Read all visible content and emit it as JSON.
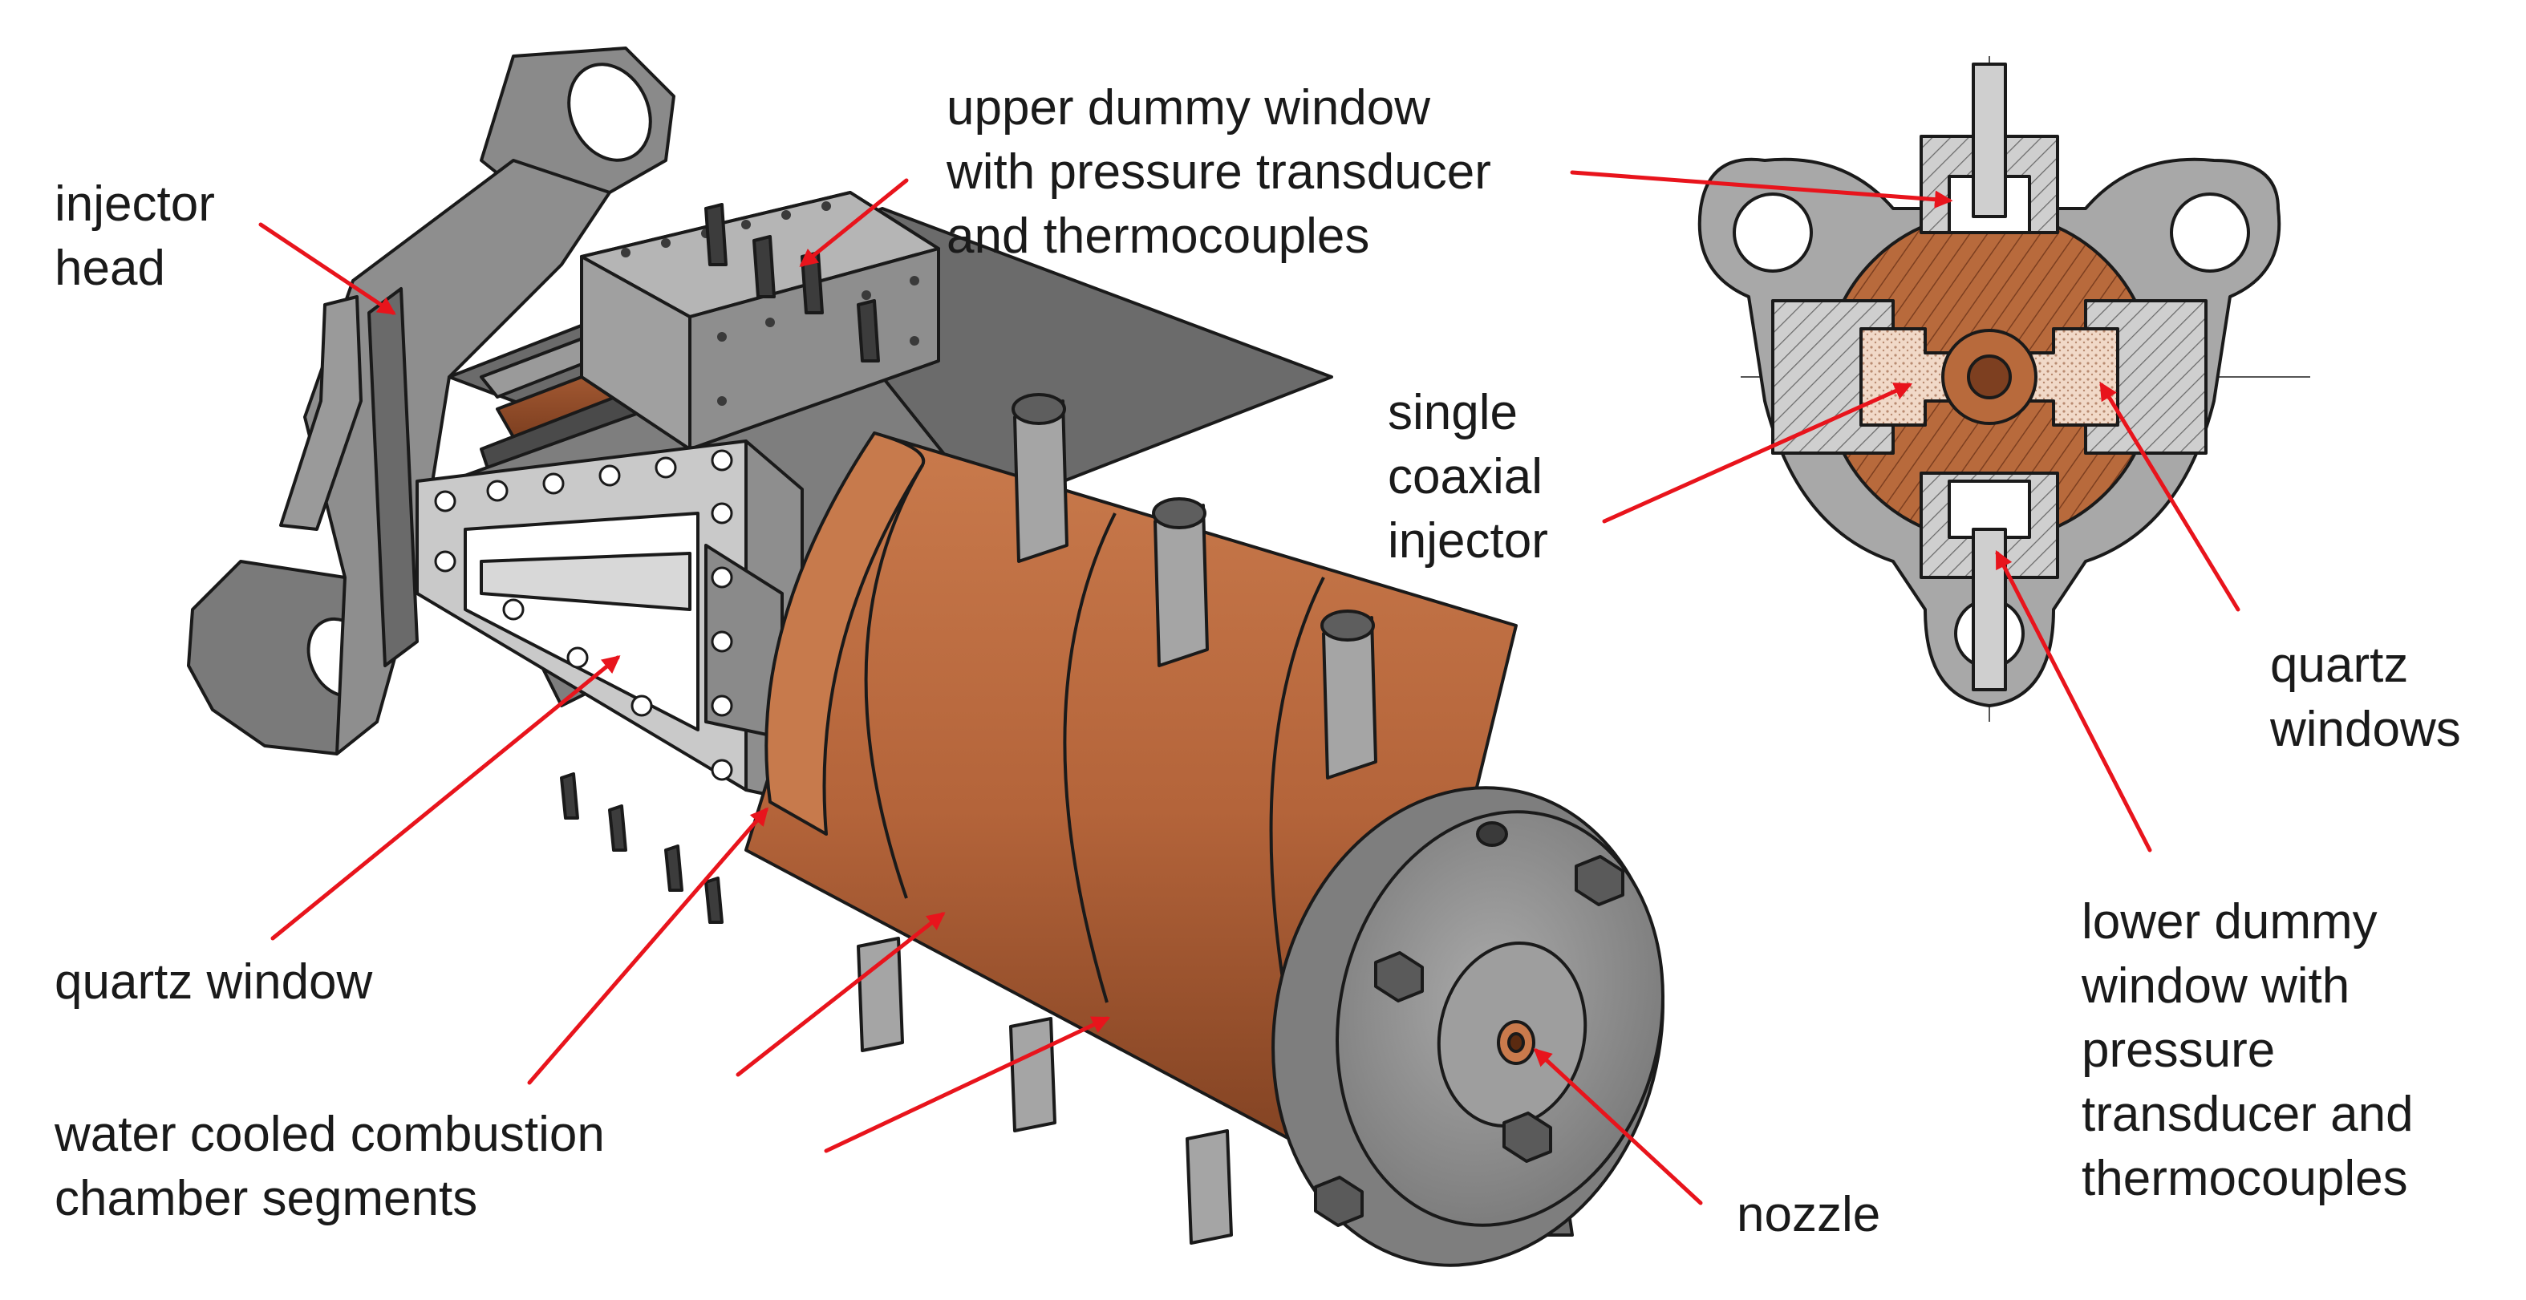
{
  "labels": {
    "injector_head": [
      "injector",
      "head"
    ],
    "upper_dummy_window": [
      "upper dummy window",
      "with pressure transducer",
      "and thermocouples"
    ],
    "single_coaxial_injector": [
      "single",
      "coaxial",
      "injector"
    ],
    "quartz_windows": [
      "quartz",
      "windows"
    ],
    "quartz_window": [
      "quartz window"
    ],
    "water_cooled_segments": [
      "water cooled combustion",
      "chamber segments"
    ],
    "nozzle": [
      "nozzle"
    ],
    "lower_dummy_window": [
      "lower dummy",
      "window with",
      "pressure",
      "transducer and",
      "thermocouples"
    ]
  },
  "colors": {
    "arrow": "#e8141c",
    "copper": "#b4643a",
    "steel": "#8e8e8e",
    "steel_dark": "#5e5e5e",
    "steel_light": "#b8b8b8",
    "outline": "#1a1a1a"
  }
}
